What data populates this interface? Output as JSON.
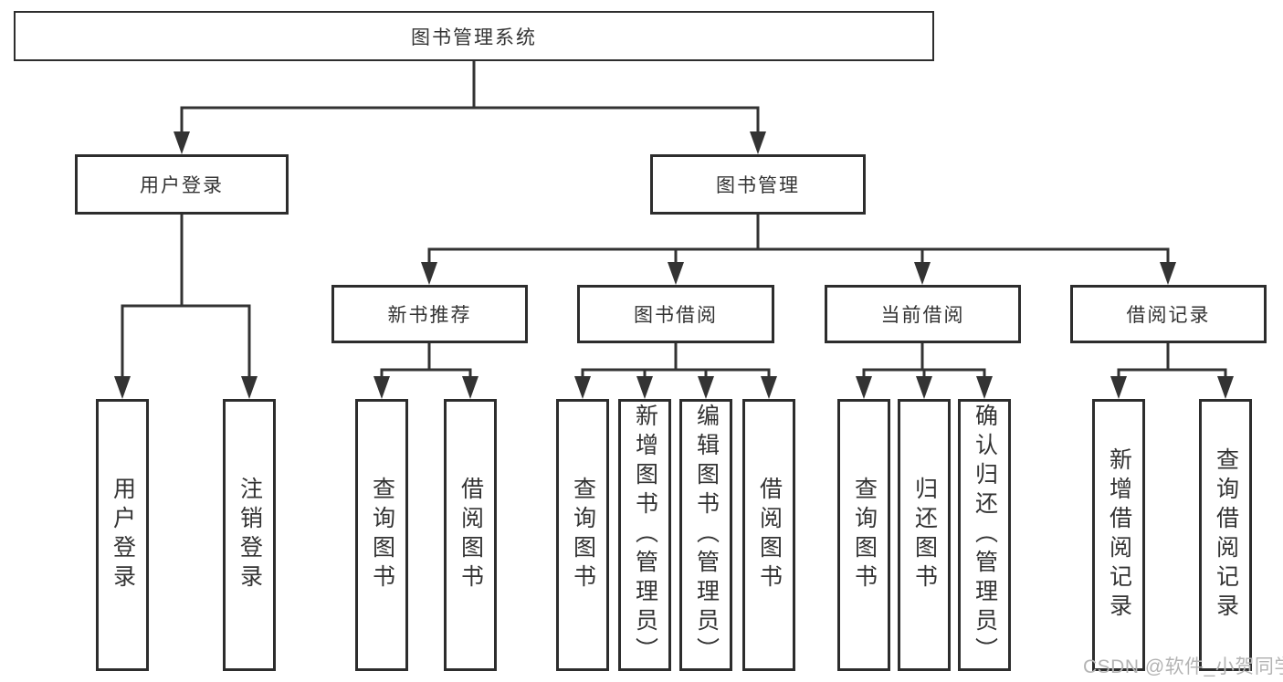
{
  "diagram": {
    "type": "hierarchy-tree",
    "title": "图书管理系统"
  },
  "nodes": {
    "root": {
      "label": "图书管理系统"
    },
    "user_login": {
      "label": "用户登录"
    },
    "book_mgmt": {
      "label": "图书管理"
    },
    "new_book_rec": {
      "label": "新书推荐"
    },
    "book_borrow": {
      "label": "图书借阅"
    },
    "current_borrow": {
      "label": "当前借阅"
    },
    "borrow_record": {
      "label": "借阅记录"
    },
    "leaf_user_login": {
      "label": "用户登录"
    },
    "leaf_logout_login": {
      "label": "注销登录"
    },
    "leaf_query_book_rec": {
      "label": "查询图书"
    },
    "leaf_borrow_book_rec": {
      "label": "借阅图书"
    },
    "leaf_query_book_borrow": {
      "label": "查询图书"
    },
    "leaf_add_book_admin": {
      "label": "新增图书（管理员）"
    },
    "leaf_edit_book_admin": {
      "label": "编辑图书（管理员）"
    },
    "leaf_borrow_book_borrow": {
      "label": "借阅图书"
    },
    "leaf_query_book_current": {
      "label": "查询图书"
    },
    "leaf_return_book": {
      "label": "归还图书"
    },
    "leaf_confirm_return_admin": {
      "label": "确认归还（管理员）"
    },
    "leaf_add_borrow_record": {
      "label": "新增借阅记录"
    },
    "leaf_query_borrow_record": {
      "label": "查询借阅记录"
    }
  },
  "watermark": {
    "text": "CSDN @软件_小贺同学"
  },
  "colors": {
    "line": "#333333",
    "box_border": "#2d2d2d",
    "text": "#333333",
    "watermark": "#b4b4b4",
    "background": "#ffffff"
  }
}
